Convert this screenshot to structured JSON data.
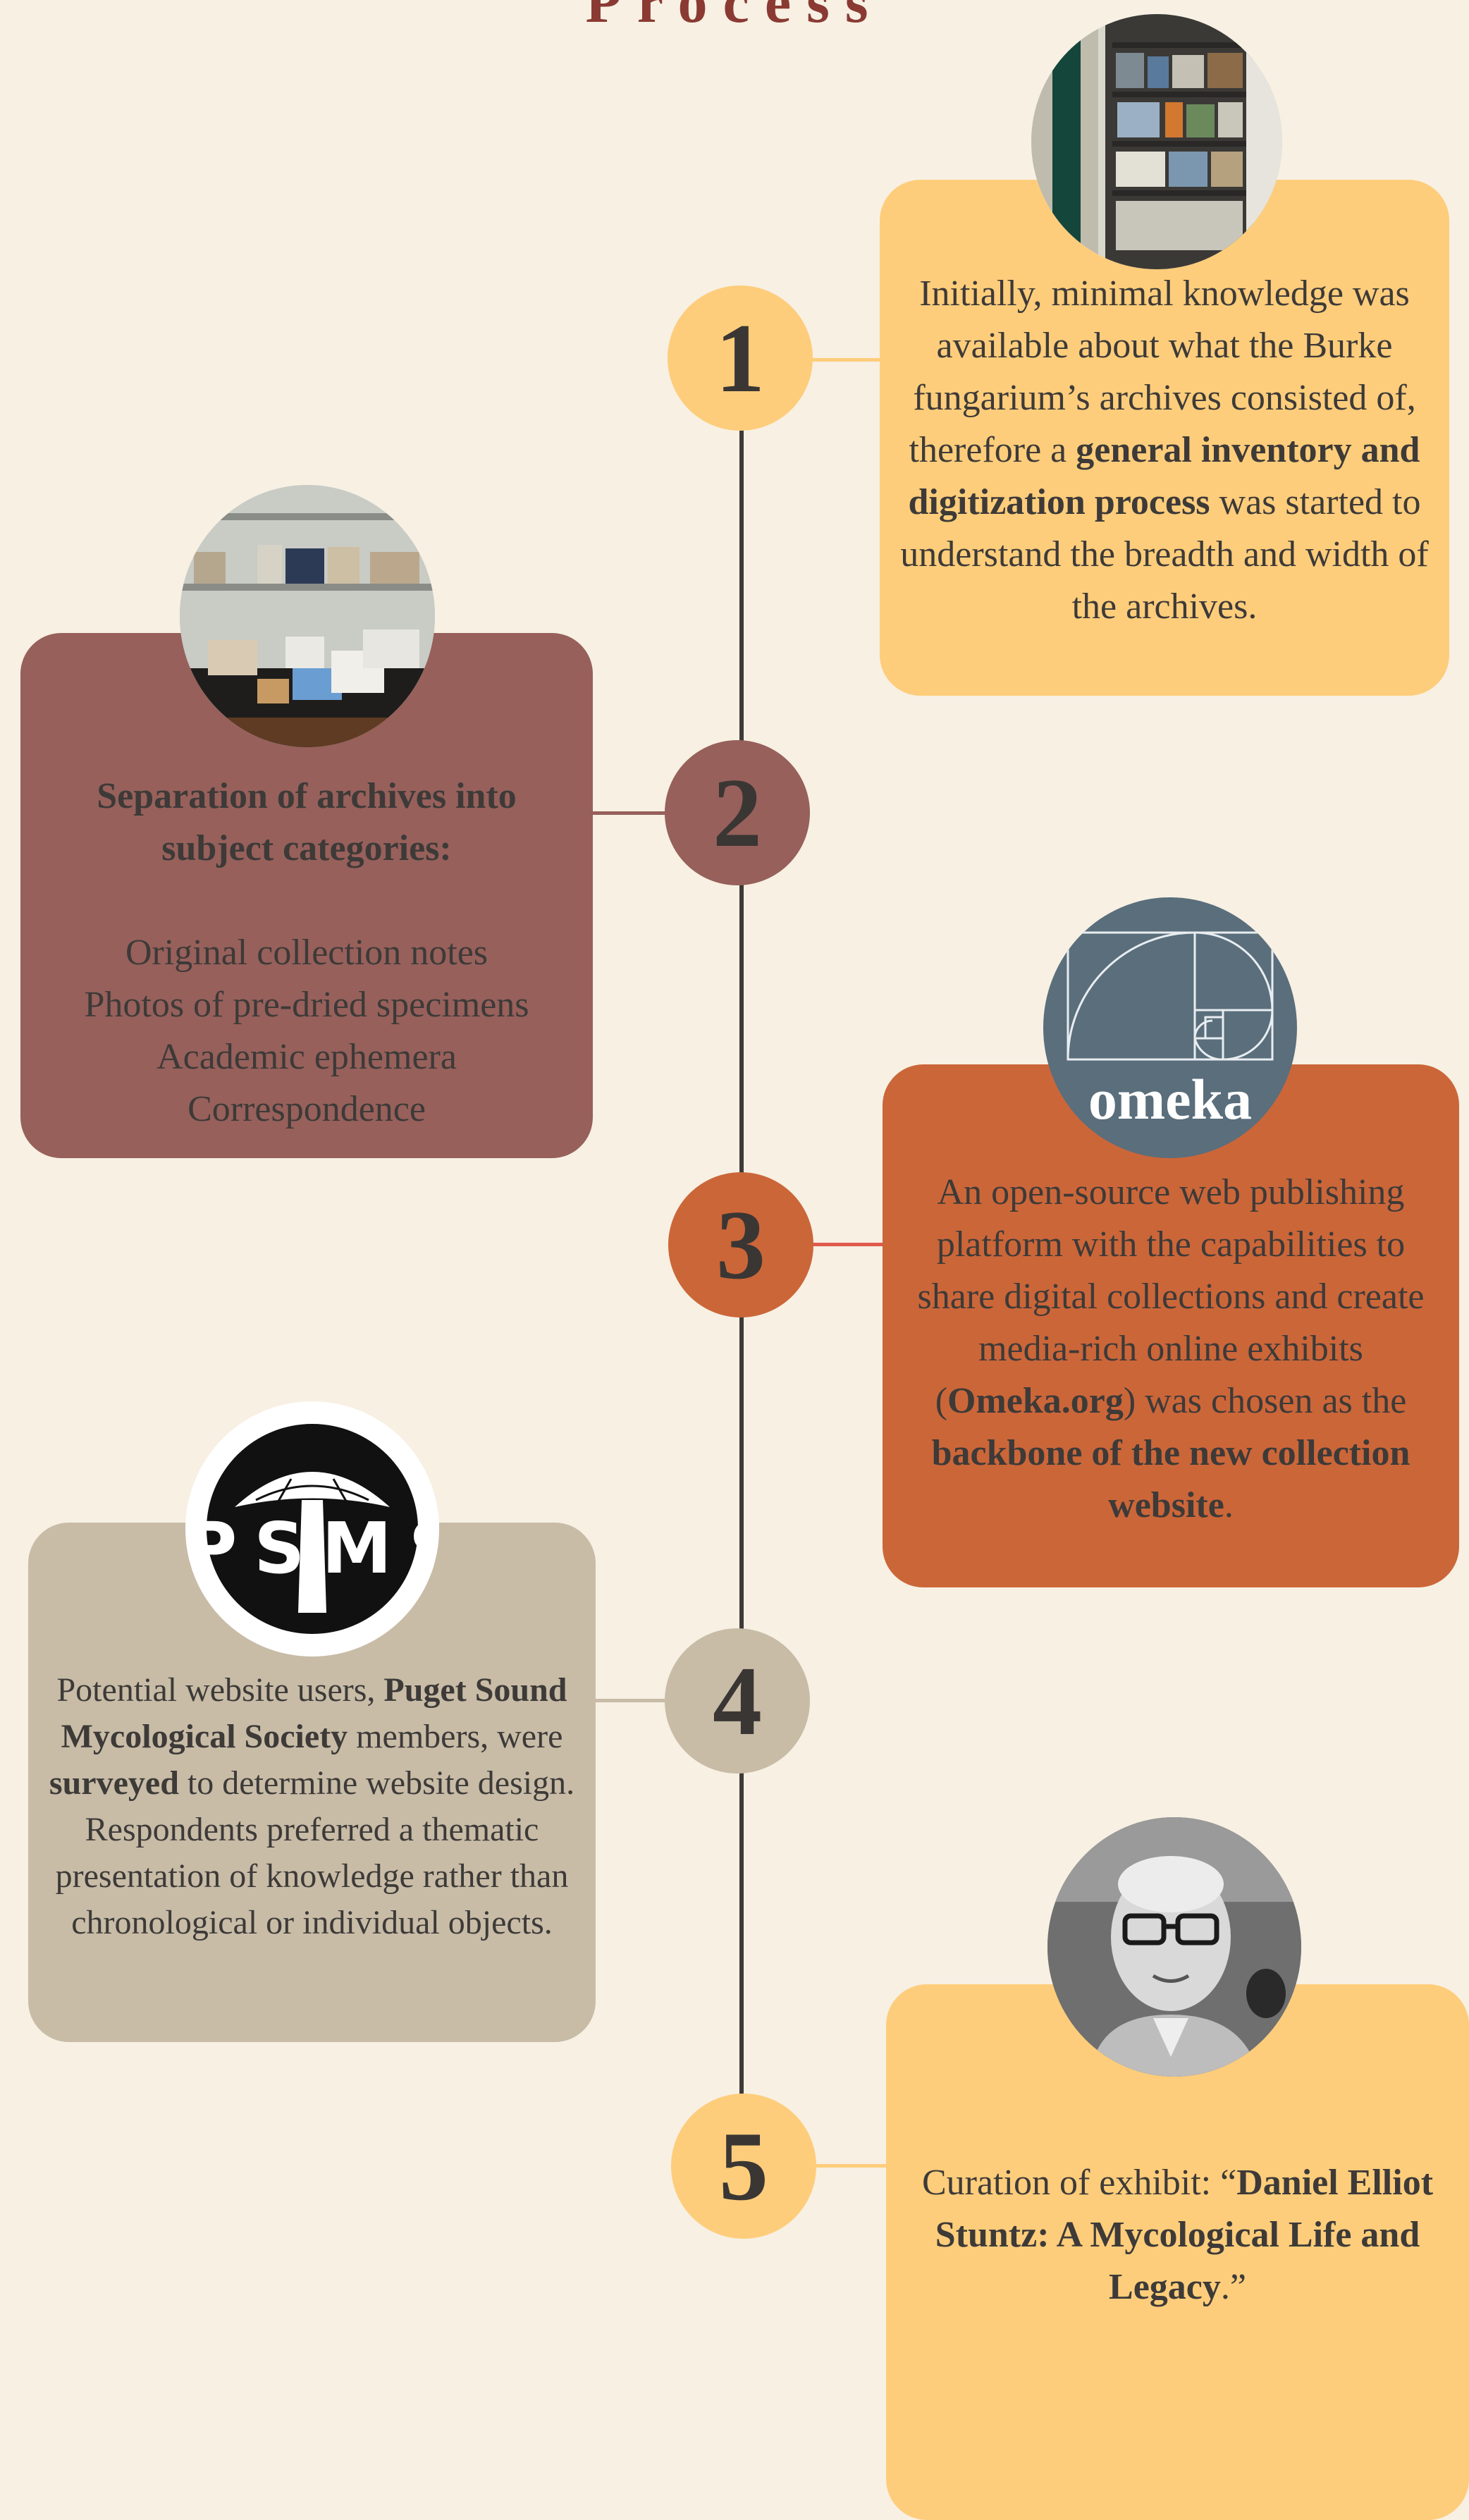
{
  "title": "Process",
  "colors": {
    "background": "#f7f0e3",
    "step1": "#fecd7b",
    "step2": "#97605b",
    "step3": "#cb6639",
    "step4": "#c8bca7",
    "step5": "#fecd7b",
    "title": "#8a3a33"
  },
  "steps": [
    {
      "number": "1",
      "image_icon": "archive-shelves-photo",
      "text": {
        "p1": "Initially, minimal knowledge was available about what the Burke fungarium’s archives consisted of, therefore a ",
        "b1": "general inventory and digitization process",
        "p2": " was started to understand the breadth and width of the archives."
      }
    },
    {
      "number": "2",
      "image_icon": "archive-boxes-photo",
      "heading": "Separation of archives into subject categories:",
      "items": [
        "Original collection notes",
        "Photos of pre-dried specimens",
        "Academic ephemera",
        "Correspondence"
      ]
    },
    {
      "number": "3",
      "image_icon": "omeka-logo",
      "logo_text": "omeka",
      "text": {
        "p1": "An open-source web publishing platform with the capabilities to share digital collections and create media-rich online exhibits (",
        "b1": "Omeka.org",
        "p2": ") was chosen as the ",
        "b2": "backbone of the new collection website",
        "p3": "."
      }
    },
    {
      "number": "4",
      "image_icon": "psms-logo",
      "logo_text": "PSMS",
      "text": {
        "p1": "Potential website users, ",
        "b1": "Puget Sound Mycological Society",
        "p2": " members, were ",
        "b2": "surveyed",
        "p3": " to determine website design. Respondents preferred a thematic presentation of knowledge rather than chronological or individual objects."
      }
    },
    {
      "number": "5",
      "image_icon": "portrait-photo",
      "text": {
        "p1": "Curation of  exhibit: “",
        "b1": "Daniel Elliot Stuntz: A Mycological Life and Legacy",
        "p2": ".”"
      }
    }
  ]
}
